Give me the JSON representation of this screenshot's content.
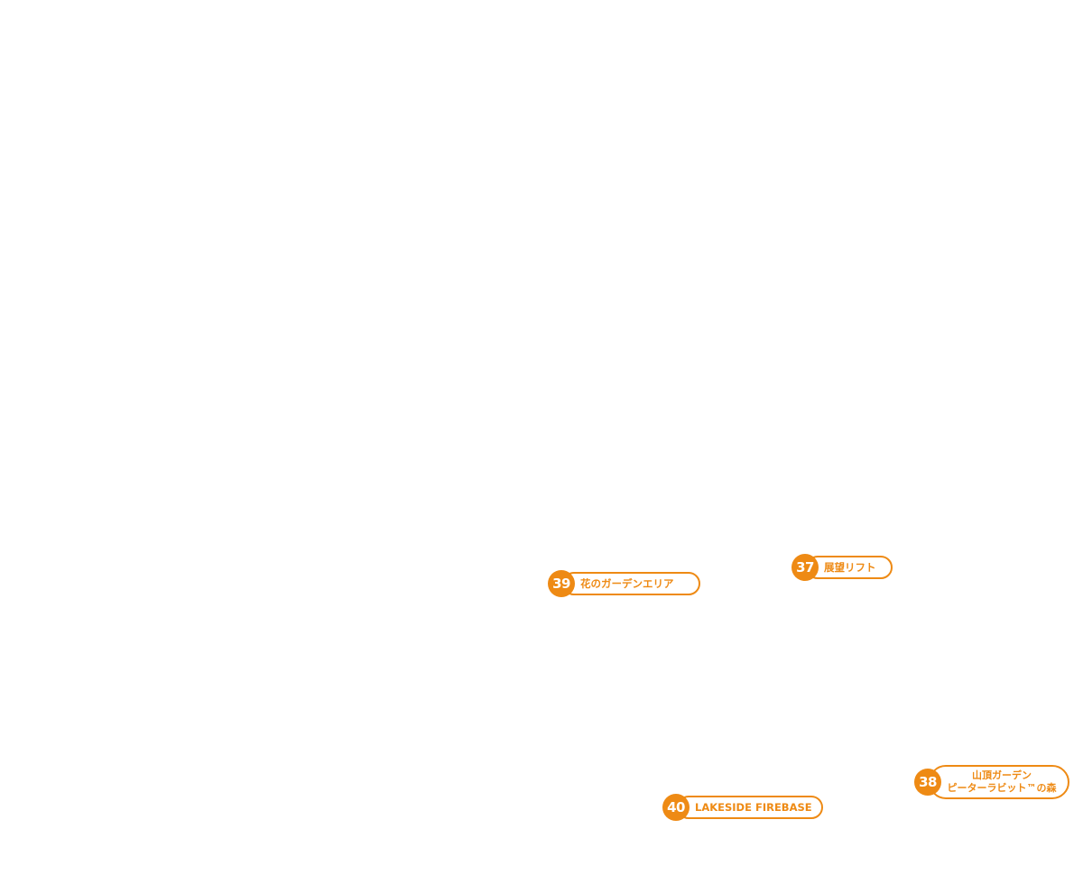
{
  "theme": {
    "accent": "#ee8a14",
    "background": "#ffffff"
  },
  "markers": [
    {
      "number": "37",
      "label": "展望リフト"
    },
    {
      "number": "39",
      "label": "花のガーデンエリア"
    },
    {
      "number": "38",
      "label_line1": "山頂ガーデン",
      "label_line2": "ピーターラビット™の森"
    },
    {
      "number": "40",
      "label": "LAKESIDE FIREBASE"
    }
  ]
}
